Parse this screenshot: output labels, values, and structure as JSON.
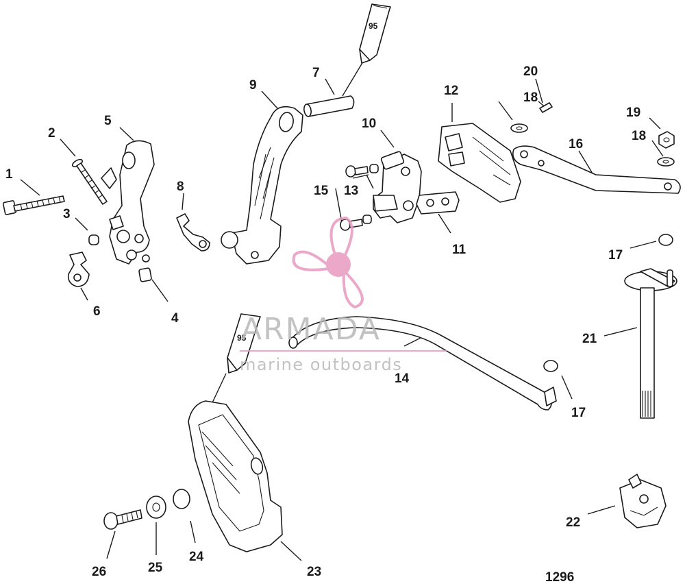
{
  "callouts": [
    {
      "id": "c1",
      "label": "1"
    },
    {
      "id": "c2",
      "label": "2"
    },
    {
      "id": "c3",
      "label": "3"
    },
    {
      "id": "c4",
      "label": "4"
    },
    {
      "id": "c5",
      "label": "5"
    },
    {
      "id": "c6",
      "label": "6"
    },
    {
      "id": "c7",
      "label": "7"
    },
    {
      "id": "c8",
      "label": "8"
    },
    {
      "id": "c9",
      "label": "9"
    },
    {
      "id": "c10",
      "label": "10"
    },
    {
      "id": "c11",
      "label": "11"
    },
    {
      "id": "c12",
      "label": "12"
    },
    {
      "id": "c13",
      "label": "13"
    },
    {
      "id": "c14",
      "label": "14"
    },
    {
      "id": "c15",
      "label": "15"
    },
    {
      "id": "c16",
      "label": "16"
    },
    {
      "id": "c17a",
      "label": "17"
    },
    {
      "id": "c17b",
      "label": "17"
    },
    {
      "id": "c18a",
      "label": "18"
    },
    {
      "id": "c18b",
      "label": "18"
    },
    {
      "id": "c19",
      "label": "19"
    },
    {
      "id": "c20",
      "label": "20"
    },
    {
      "id": "c21",
      "label": "21"
    },
    {
      "id": "c22",
      "label": "22"
    },
    {
      "id": "c23",
      "label": "23"
    },
    {
      "id": "c24",
      "label": "24"
    },
    {
      "id": "c25",
      "label": "25"
    },
    {
      "id": "c26",
      "label": "26"
    }
  ],
  "lubricant_tubes": [
    {
      "id": "tube-top",
      "label": "95"
    },
    {
      "id": "tube-left",
      "label": "95"
    }
  ],
  "diagram_number": "1296",
  "watermark": {
    "brand": "ARMADA",
    "tagline": "marine outboards",
    "logo_color": "#e89ac0",
    "text_color": "#b8b8b8"
  }
}
